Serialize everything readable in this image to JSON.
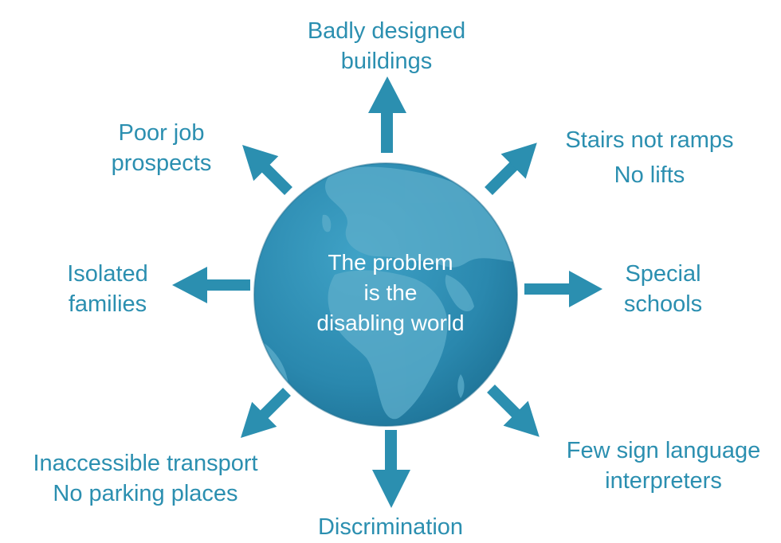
{
  "center": {
    "lines": [
      "The problem",
      "is the",
      "disabling world"
    ]
  },
  "labels": {
    "top": [
      "Badly designed",
      "buildings"
    ],
    "top_right": [
      "Stairs not ramps",
      "No lifts"
    ],
    "right": [
      "Special",
      "schools"
    ],
    "bottom_right": [
      "Few sign language",
      "interpreters"
    ],
    "bottom": [
      "Discrimination"
    ],
    "bottom_left": [
      "Inaccessible transport",
      "No parking places"
    ],
    "left": [
      "Isolated",
      "families"
    ],
    "top_left": [
      "Poor job",
      "prospects"
    ]
  },
  "colors": {
    "accent": "#2B8FB0",
    "globe_ocean": "#2E8DB4",
    "globe_land": "#5FB0CC"
  }
}
